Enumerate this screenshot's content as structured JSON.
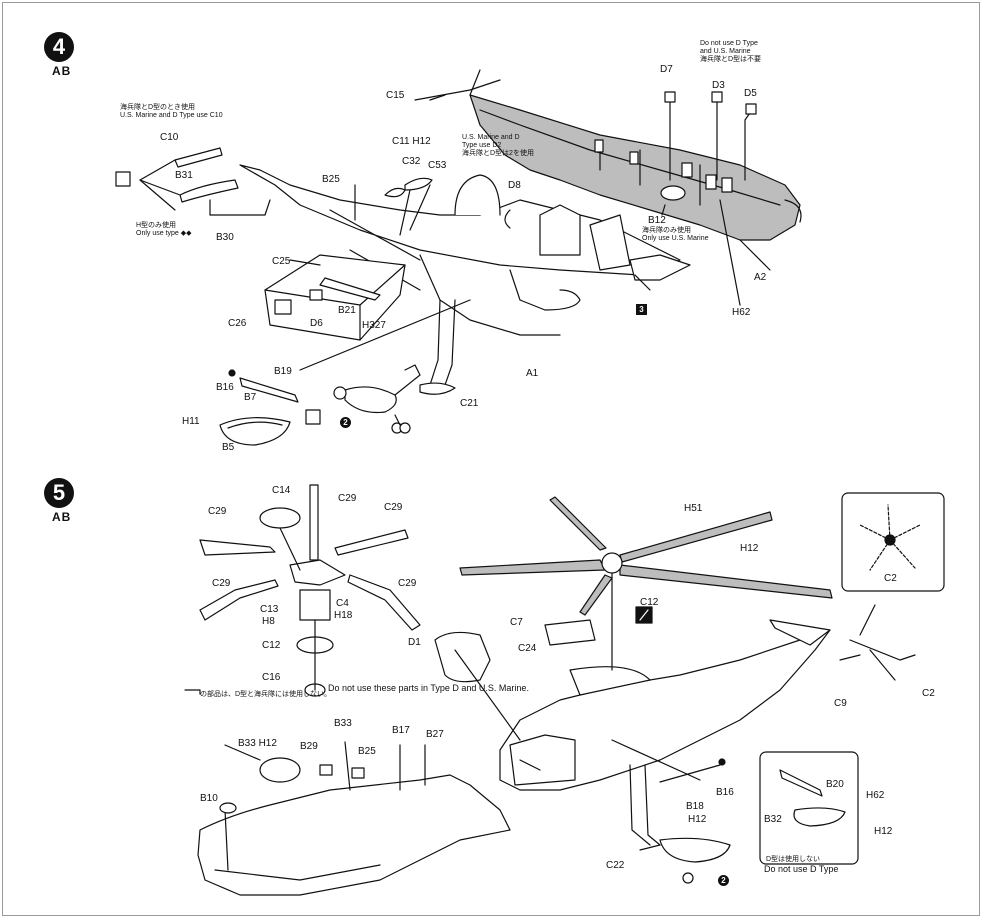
{
  "steps": [
    {
      "number": "4",
      "sub": "AB"
    },
    {
      "number": "5",
      "sub": "AB"
    }
  ],
  "step4": {
    "note_c10_jp": "海兵隊とD型のとき使用",
    "note_c10_en": "U.S. Marine and D Type use C10",
    "note_onlyA_jp": "H型のみ使用",
    "note_onlyA_en": "Only use type ◆◆",
    "note_d2_en1": "U.S. Marine and D",
    "note_d2_en2": "Type use D2",
    "note_d2_jp": "海兵隊とD型は2を使用",
    "note_d_top_en1": "Do not use D Type",
    "note_d_top_en2": "and U.S. Marine",
    "note_d_top_jp": "海兵隊とD型は不要",
    "note_b12_jp": "海兵隊のみ使用",
    "note_b12_en": "Only use U.S. Marine",
    "labels": {
      "c15": "C15",
      "c10": "C10",
      "b31": "B31",
      "b30": "B30",
      "b25": "B25",
      "c11h12": "C11 H12",
      "c32": "C32",
      "c53": "C53",
      "d8": "D8",
      "d7": "D7",
      "d3": "D3",
      "d5": "D5",
      "b12": "B12",
      "a2": "A2",
      "h62": "H62",
      "c25": "C25",
      "c26": "C26",
      "d6": "D6",
      "b21": "B21",
      "h327": "H327",
      "a1": "A1",
      "b19": "B19",
      "b16": "B16",
      "b7": "B7",
      "h11": "H11",
      "b5": "B5",
      "c21": "C21",
      "step3": "3",
      "circ2": "2"
    }
  },
  "step5": {
    "note_no_d_marine": "Do not use these parts in Type D and U.S. Marine.",
    "note_no_d_marine_jp": "の部品は、D型と海兵隊には使用しない。",
    "note_no_d_en": "Do not use D Type",
    "note_no_d_jp": "D型は使用しない",
    "labels": {
      "c14": "C14",
      "c29a": "C29",
      "c29b": "C29",
      "c29c": "C29",
      "c29d": "C29",
      "c29e": "C29",
      "c13": "C13",
      "h8": "H8",
      "c4": "C4",
      "h18": "H18",
      "c12a": "C12",
      "c16": "C16",
      "d1": "D1",
      "c7": "C7",
      "c24": "C24",
      "c12b": "C12",
      "h51": "H51",
      "h12a": "H12",
      "c2a": "C2",
      "c2b": "C2",
      "c9": "C9",
      "b33": "B33",
      "b33h12": "B33 H12",
      "b29": "B29",
      "b25": "B25",
      "b17": "B17",
      "b27": "B27",
      "b10": "B10",
      "b18": "B18",
      "h12b": "H12",
      "b16": "B16",
      "c22": "C22",
      "b20": "B20",
      "h62": "H62",
      "b32": "B32",
      "h12c": "H12",
      "circ2": "2"
    }
  }
}
